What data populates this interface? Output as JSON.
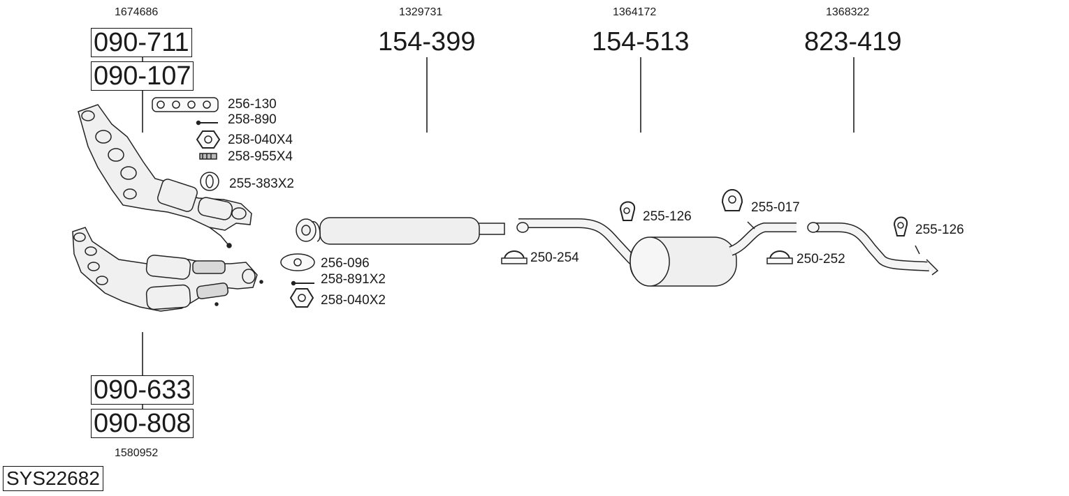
{
  "system_id": "SYS22682",
  "groups": [
    {
      "ref": "1674686",
      "parts": [
        "090-711",
        "090-107"
      ]
    },
    {
      "ref": "1329731",
      "part": "154-399"
    },
    {
      "ref": "1364172",
      "part": "154-513"
    },
    {
      "ref": "1368322",
      "part": "823-419"
    },
    {
      "ref": "1580952",
      "parts": [
        "090-633",
        "090-808"
      ]
    }
  ],
  "labels": {
    "gasket_256_130": "256-130",
    "bolt_258_890": "258-890",
    "nut_258_040x4": "258-040X4",
    "spring_258_955x4": "258-955X4",
    "ring_255_383x2": "255-383X2",
    "gasket_256_096": "256-096",
    "bolt_258_891x2": "258-891X2",
    "nut_258_040x2": "258-040X2",
    "clamp_250_254": "250-254",
    "mount_255_126_a": "255-126",
    "mount_255_017": "255-017",
    "clamp_250_252": "250-252",
    "mount_255_126_b": "255-126"
  }
}
